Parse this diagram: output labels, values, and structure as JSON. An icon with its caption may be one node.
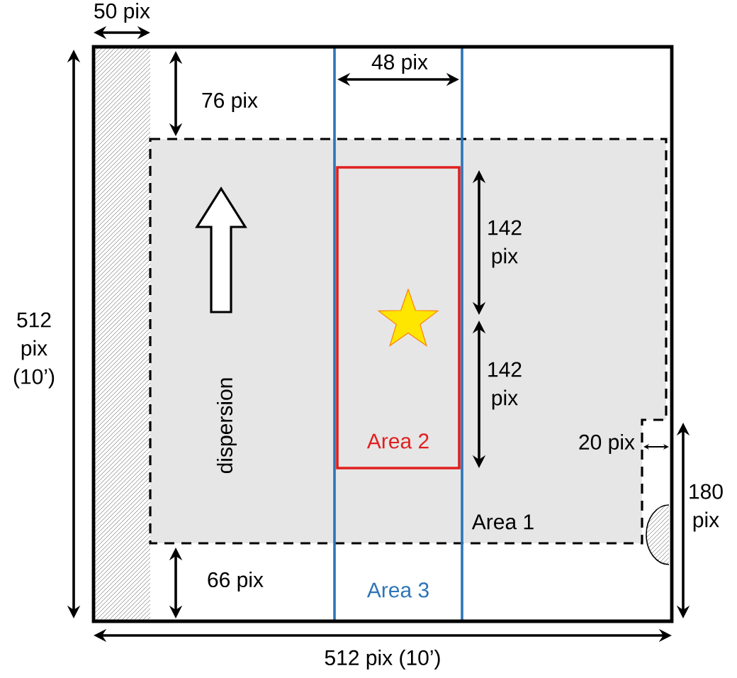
{
  "diagram": {
    "nodes": [
      {
        "text": [
          "Area 1"
        ]
      },
      {
        "text": [
          "Area 2"
        ]
      },
      {
        "text": [
          "Area 3"
        ]
      }
    ],
    "labels": [
      "50 pix",
      "76 pix",
      "48 pix",
      "512 pix (10’)",
      "142 pix",
      "142 pix",
      "dispersion",
      "20 pix",
      "180 pix",
      "66 pix",
      "512 pix (10’)"
    ]
  }
}
